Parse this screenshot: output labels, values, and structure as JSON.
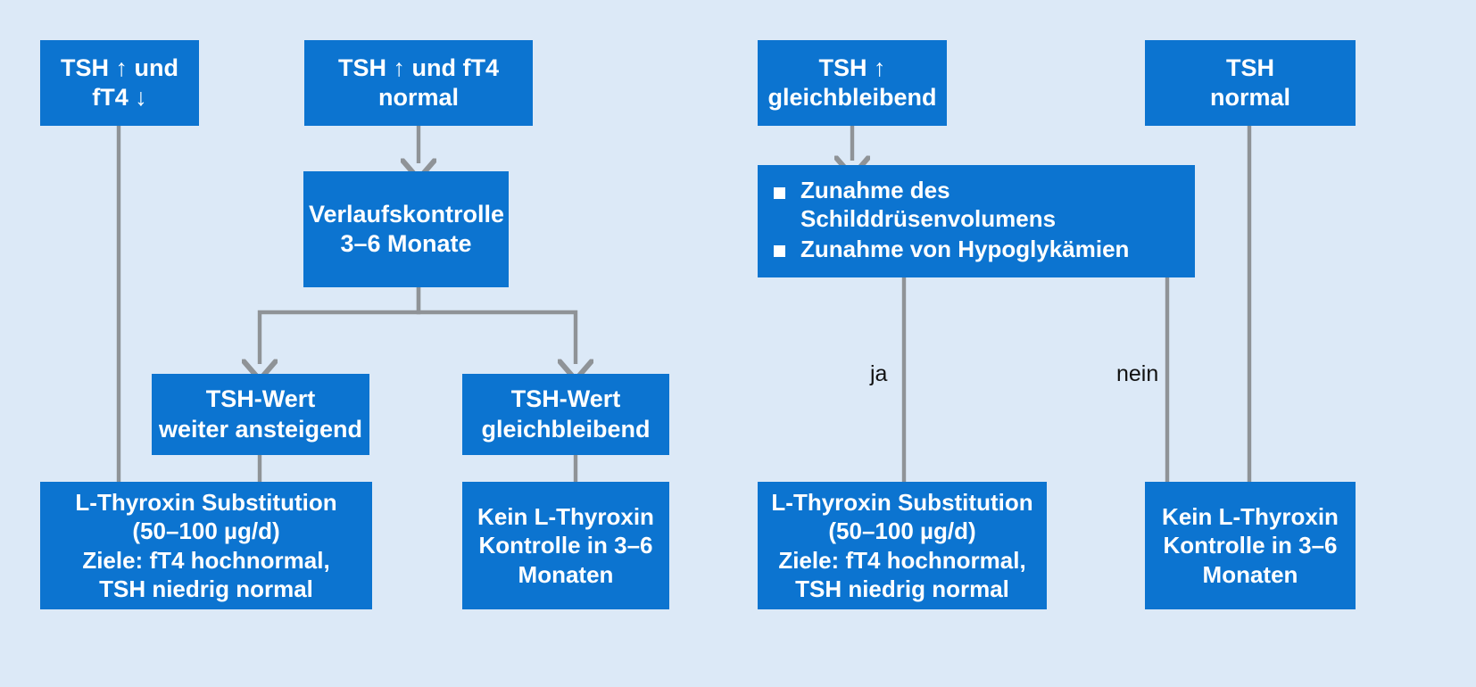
{
  "diagram": {
    "title": "TSH-Diagnostik und L-Thyroxin-Substitution Flussdiagramm",
    "background_color": "#dce9f7",
    "node_color": "#0c74d0",
    "node_text_color": "#ffffff",
    "connector_color": "#8f9397"
  },
  "nodes": {
    "tsh_up_ft4_down": "TSH ↑ und\nfT4 ↓",
    "tsh_up_ft4_normal": "TSH ↑ und fT4\nnormal",
    "verlaufskontrolle": "Verlaufskontrolle\n3–6 Monate",
    "tsh_wert_ansteigend": "TSH-Wert\nweiter ansteigend",
    "tsh_wert_gleichbleibend": "TSH-Wert\ngleichbleibend",
    "therapie_links": "L-Thyroxin Substitution\n(50–100 µg/d)\nZiele: fT4 hochnormal,\nTSH niedrig normal",
    "keine_therapie_links": "Kein L-Thyroxin\nKontrolle in 3–6\nMonaten",
    "tsh_up_gleichbleibend": "TSH ↑\ngleichbleibend",
    "tsh_normal": "TSH\nnormal",
    "kriterien": {
      "items": [
        "Zunahme des Schilddrüsenvolumens",
        "Zunahme von Hypoglykämien"
      ]
    },
    "therapie_rechts": "L-Thyroxin Substitution\n(50–100 µg/d)\nZiele: fT4 hochnormal,\nTSH niedrig normal",
    "keine_therapie_rechts": "Kein L-Thyroxin\nKontrolle in 3–6\nMonaten"
  },
  "edge_labels": {
    "ja": "ja",
    "nein": "nein"
  }
}
